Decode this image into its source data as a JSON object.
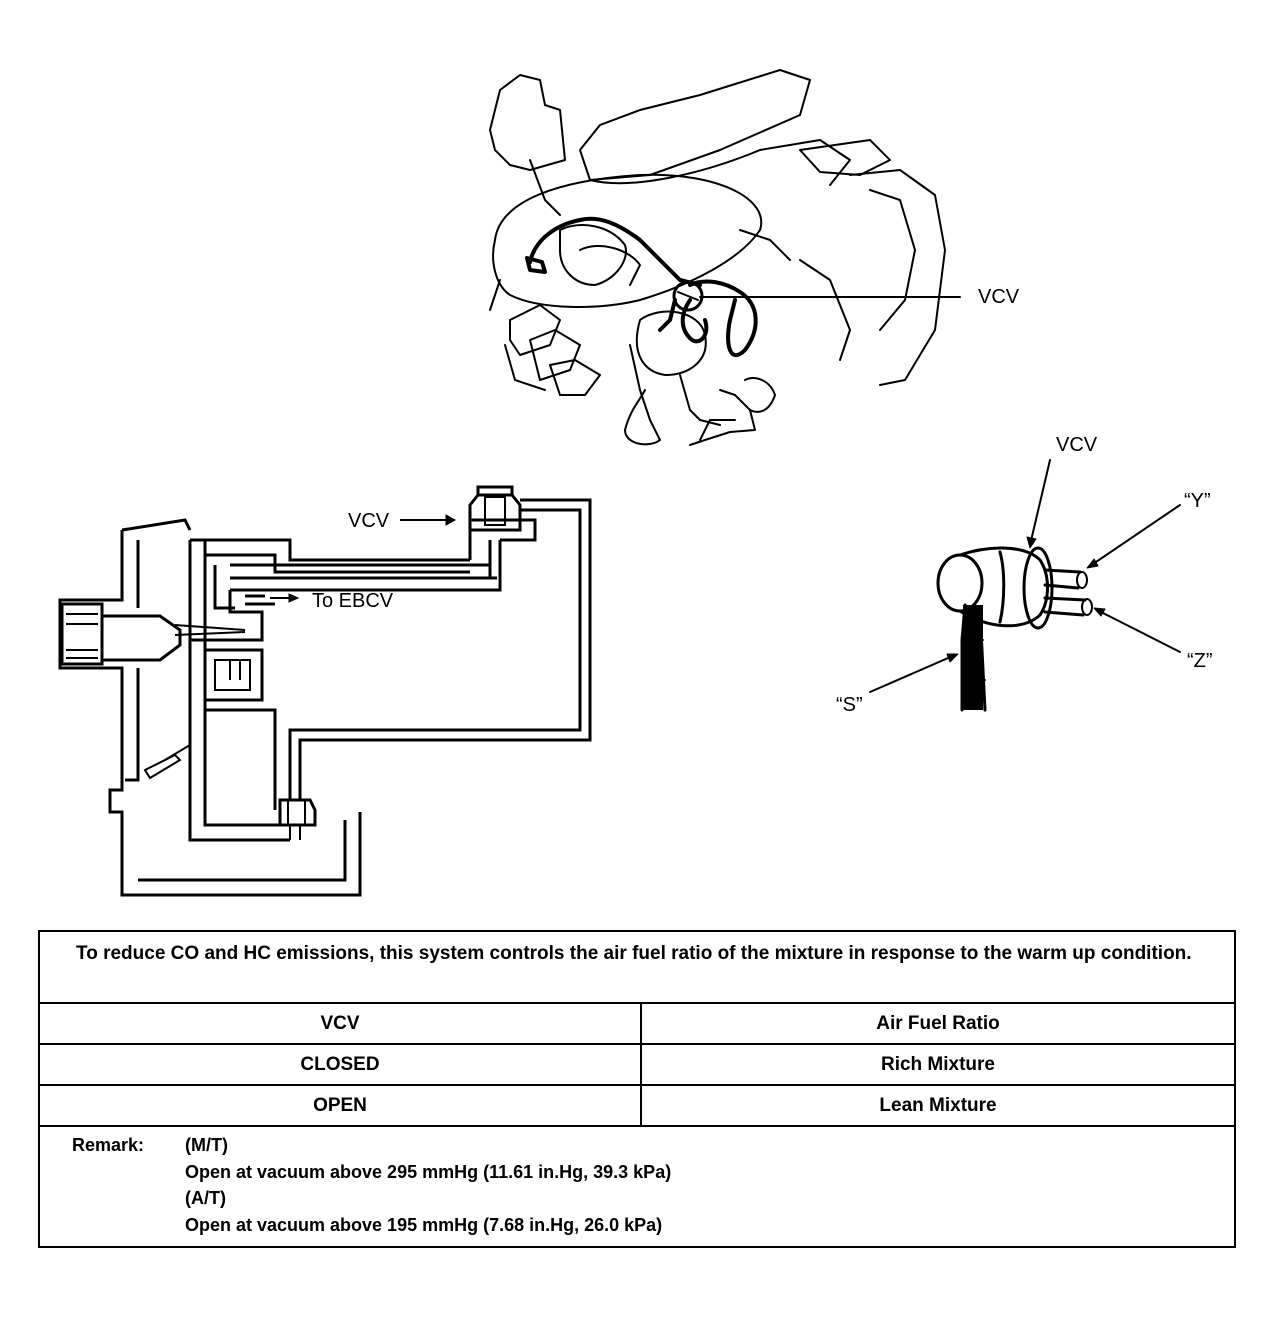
{
  "labels": {
    "vcv_engine": "VCV",
    "vcv_schematic": "VCV",
    "to_ebcv": "To EBCV",
    "vcv_valve": "VCV",
    "port_y": "“Y”",
    "port_z": "“Z”",
    "port_s": "“S”"
  },
  "table": {
    "description": "To reduce CO and HC emissions, this system controls the air fuel ratio of the mixture in response to the warm up condition.",
    "headers": [
      "VCV",
      "Air Fuel Ratio"
    ],
    "rows": [
      [
        "CLOSED",
        "Rich Mixture"
      ],
      [
        "OPEN",
        "Lean Mixture"
      ]
    ],
    "remark_label": "Remark:",
    "remark_mt": "(M/T)",
    "remark_mt_text": "Open at vacuum above 295 mmHg (11.61 in.Hg, 39.3 kPa)",
    "remark_at": "(A/T)",
    "remark_at_text": "Open at vacuum above 195 mmHg (7.68 in.Hg, 26.0 kPa)"
  }
}
